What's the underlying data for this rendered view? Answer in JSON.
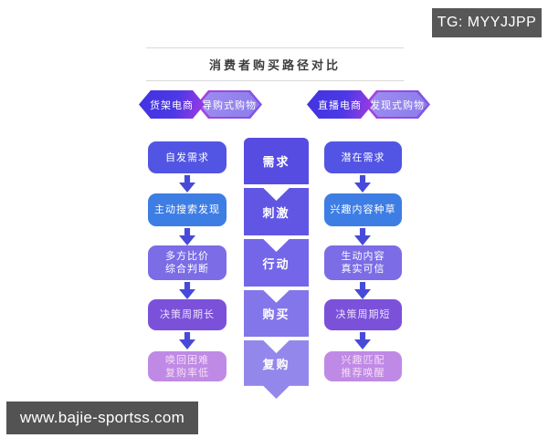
{
  "page": {
    "tg_badge": "TG: MYYJJPP",
    "title": "消费者购买路径对比",
    "website": "www.bajie-sportss.com"
  },
  "left_path": {
    "pill_primary": "货架电商",
    "pill_secondary": "导购式购物",
    "steps": [
      [
        "自发需求"
      ],
      [
        "主动搜索发现"
      ],
      [
        "多方比价",
        "综合判断"
      ],
      [
        "决策周期长"
      ],
      [
        "唤回困难",
        "复购率低"
      ]
    ]
  },
  "funnel": {
    "stages": [
      "需求",
      "刺激",
      "行动",
      "购买",
      "复购"
    ]
  },
  "right_path": {
    "pill_primary": "直播电商",
    "pill_secondary": "发现式购物",
    "steps": [
      [
        "潜在需求"
      ],
      [
        "兴趣内容种草"
      ],
      [
        "生动内容",
        "真实可信"
      ],
      [
        "决策周期短"
      ],
      [
        "兴趣匹配",
        "推荐唤醒"
      ]
    ]
  },
  "colors": {
    "row1": "#5254e4",
    "row2": "#3e7de4",
    "row3": "#7c6ce6",
    "row4": "#7b51da",
    "row5": "#bf8ae6",
    "stage1": "#564ce2",
    "stage2": "#6156e4",
    "stage3": "#7366e8",
    "stage4": "#8376ea",
    "stage5": "#9487ec",
    "arrow": "#474ad8",
    "badge_bg": "#575757",
    "pill_dark_start": "#4232e0",
    "pill_dark_accent": "#a43ae0",
    "pill_light": "#9386ec",
    "pill_border": "#7b57e8"
  }
}
